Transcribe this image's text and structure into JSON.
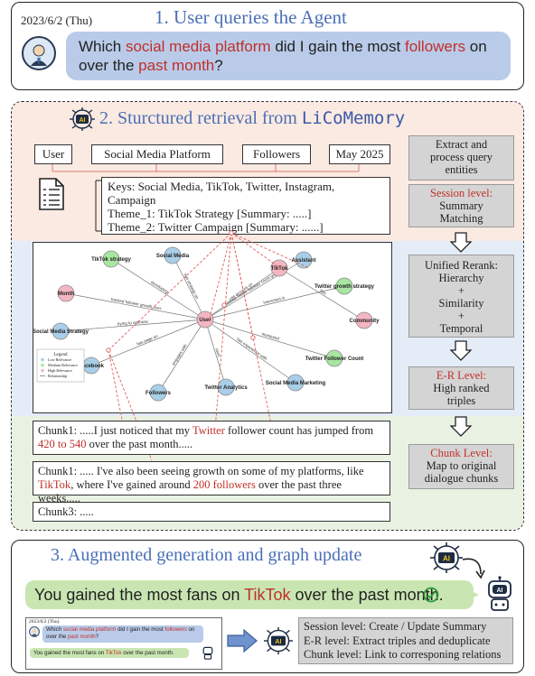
{
  "section1": {
    "date": "2023/6/2 (Thu)",
    "title": "1. User queries the Agent",
    "query_parts": [
      {
        "text": "Which ",
        "hl": false
      },
      {
        "text": "social media platform",
        "hl": true
      },
      {
        "text": " did I gain the most ",
        "hl": false
      },
      {
        "text": "followers",
        "hl": true
      },
      {
        "text": " on over the ",
        "hl": false
      },
      {
        "text": "past month",
        "hl": true
      },
      {
        "text": "?",
        "hl": false
      }
    ]
  },
  "section2": {
    "title_prefix": "2. Sturctured retrieval from ",
    "title_brand": "LiCoMemory",
    "entities": [
      "User",
      "Social Media Platform",
      "Followers",
      "May 2025"
    ],
    "keys_lines": [
      "Keys: Social Media, TikTok, Twitter, Instagram, Campaign",
      "Theme_1: TikTok Strategy [Summary: .....]",
      "Theme_2: Twitter Campaign [Summary: ......]",
      "....................."
    ],
    "steps": [
      {
        "lines": [
          "Extract and",
          "process query",
          "entities"
        ],
        "red_header": ""
      },
      {
        "lines": [
          "Summary",
          "Matching"
        ],
        "red_header": "Session level:"
      },
      {
        "lines": [
          "Unified Rerank:",
          "Hierarchy",
          "+",
          "Similarity",
          "+",
          "Temporal"
        ],
        "red_header": ""
      },
      {
        "lines": [
          "High ranked",
          "triples"
        ],
        "red_header": "E-R Level:"
      },
      {
        "lines": [
          "Map to original",
          "dialogue chunks"
        ],
        "red_header": "Chunk Level:"
      }
    ],
    "graph": {
      "nodes": [
        {
          "id": "user",
          "label": "User",
          "color": "#f4b6c2"
        },
        {
          "id": "tiktok_strategy",
          "label": "TikTok strategy",
          "color": "#a8e6a1"
        },
        {
          "id": "social_media",
          "label": "Social Media",
          "color": "#a9cfe8"
        },
        {
          "id": "tiktok",
          "label": "TikTok",
          "color": "#f4b6c2"
        },
        {
          "id": "assistant",
          "label": "Assistant",
          "color": "#a9cfe8"
        },
        {
          "id": "twitter_growth",
          "label": "Twitter growth strategy",
          "color": "#a8e6a1"
        },
        {
          "id": "month",
          "label": "Month",
          "color": "#f4b6c2"
        },
        {
          "id": "community",
          "label": "Community",
          "color": "#f4b6c2"
        },
        {
          "id": "sms",
          "label": "Social Media Strategy",
          "color": "#a9cfe8"
        },
        {
          "id": "twitter_fc",
          "label": "Twitter Follower Count",
          "color": "#a8e6a1"
        },
        {
          "id": "facebook",
          "label": "Facebook",
          "color": "#a9cfe8"
        },
        {
          "id": "followers",
          "label": "Followers",
          "color": "#a9cfe8"
        },
        {
          "id": "twitter_analytics",
          "label": "Twitter Analytics",
          "color": "#a9cfe8"
        },
        {
          "id": "smm",
          "label": "Social Media Marketing",
          "color": "#a9cfe8"
        }
      ],
      "edges": [
        {
          "from": "user",
          "to": "tiktok_strategy",
          "label": "developing"
        },
        {
          "from": "user",
          "to": "social_media",
          "label": "has strategy on"
        },
        {
          "from": "user",
          "to": "tiktok",
          "label": "use account on"
        },
        {
          "from": "user",
          "to": "assistant",
          "label": "noticed Twitter follower count growth"
        },
        {
          "from": "user",
          "to": "twitter_growth",
          "label": "interested in"
        },
        {
          "from": "user",
          "to": "month",
          "label": "tracked follower growth over"
        },
        {
          "from": "user",
          "to": "sms",
          "label": "trying to optimize"
        },
        {
          "from": "user",
          "to": "facebook",
          "label": "has page on"
        },
        {
          "from": "user",
          "to": "followers",
          "label": "engages with"
        },
        {
          "from": "user",
          "to": "twitter_analytics",
          "label": "uses"
        },
        {
          "from": "user",
          "to": "smm",
          "label": "has experience with"
        },
        {
          "from": "user",
          "to": "twitter_fc",
          "label": "monitored"
        },
        {
          "from": "tiktok",
          "to": "community",
          "label": "has"
        }
      ],
      "legend": {
        "title": "Legend",
        "items": [
          {
            "label": "Low Relevance",
            "color": "#a9cfe8"
          },
          {
            "label": "Medium Relevance",
            "color": "#a8e6a1"
          },
          {
            "label": "High Relevance",
            "color": "#f4b6c2"
          },
          {
            "label": "Relationship",
            "color": "#555555"
          }
        ]
      }
    },
    "chunks": [
      {
        "parts": [
          {
            "text": "Chunk1: .....I just noticed that my ",
            "hl": false
          },
          {
            "text": "Twitter",
            "hl": true
          },
          {
            "text": " follower count has jumped from ",
            "hl": false
          },
          {
            "text": "420 to 540",
            "hl": true
          },
          {
            "text": " over the past month.....",
            "hl": false
          }
        ]
      },
      {
        "parts": [
          {
            "text": "Chunk1: ..... I've also been seeing growth on some of my platforms, like ",
            "hl": false
          },
          {
            "text": "TikTok",
            "hl": true
          },
          {
            "text": ", where I've gained around ",
            "hl": false
          },
          {
            "text": "200 followers",
            "hl": true
          },
          {
            "text": " over the past three weeks.....",
            "hl": false
          }
        ]
      },
      {
        "parts": [
          {
            "text": "Chunk3: .....",
            "hl": false
          }
        ]
      }
    ]
  },
  "section3": {
    "title": "3. Augmented generation and graph update",
    "answer_parts": [
      {
        "text": "You gained the most fans on ",
        "hl": false
      },
      {
        "text": "TikTok",
        "hl": true
      },
      {
        "text": " over the past month.",
        "hl": false
      }
    ],
    "mini": {
      "date": "2023/6/2 (Thu)",
      "query_parts": [
        {
          "text": "Which ",
          "hl": false
        },
        {
          "text": "social media platform",
          "hl": true
        },
        {
          "text": " did I gain the most ",
          "hl": false
        },
        {
          "text": "followers",
          "hl": true
        },
        {
          "text": " on over the ",
          "hl": false
        },
        {
          "text": "past month",
          "hl": true
        },
        {
          "text": "?",
          "hl": false
        }
      ],
      "answer_parts": [
        {
          "text": "You gained the most fans on ",
          "hl": false
        },
        {
          "text": "TikTok",
          "hl": true
        },
        {
          "text": " over the past month.",
          "hl": false
        }
      ]
    },
    "update_lines": [
      "Session level: Create / Update Summary",
      "E-R level: Extract triples and deduplicate",
      "Chunk level: Link to corresponing relations"
    ],
    "ai_label": "AI"
  },
  "colors": {
    "accent_blue": "#4a6fb5",
    "highlight_red": "#c0302a",
    "query_bubble": "#b9cbe9",
    "answer_bubble": "#c9e6b2",
    "band_top": "#fbeae2",
    "band_mid": "#e4edf7",
    "band_bottom": "#e9f2e2",
    "step_gray": "#d4d4d4"
  }
}
